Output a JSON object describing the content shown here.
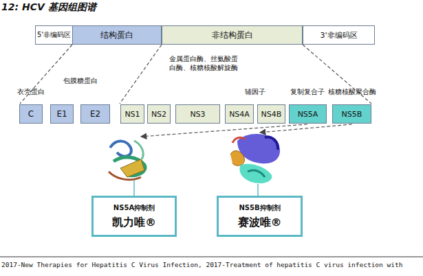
{
  "diagram": {
    "title": "12: HCV 基因组图谱",
    "caption": "2017-New Therapies for Hepatitis C Virus Infection, 2017-Treatment of hepatitis C virus infection with",
    "nodes": [
      {
        "text": [
          "5'非编码区"
        ]
      },
      {
        "text": [
          "结构蛋白"
        ]
      },
      {
        "text": [
          "非结构蛋白"
        ]
      },
      {
        "text": [
          "3'非编码区"
        ]
      },
      {
        "text": [
          "C"
        ]
      },
      {
        "text": [
          "E1"
        ]
      },
      {
        "text": [
          "E2"
        ]
      },
      {
        "text": [
          "NS1"
        ]
      },
      {
        "text": [
          "NS2"
        ]
      },
      {
        "text": [
          "NS3"
        ]
      },
      {
        "text": [
          "NS4A"
        ]
      },
      {
        "text": [
          "NS4B"
        ]
      },
      {
        "text": [
          "NS5A"
        ]
      },
      {
        "text": [
          "NS5B"
        ]
      },
      {
        "text": [
          "NS5A抑制剂",
          "凯力唯®"
        ]
      },
      {
        "text": [
          "NS5B抑制剂",
          "赛波唯®"
        ]
      }
    ],
    "labels": [
      "衣壳蛋白",
      "包膜糖蛋白",
      "金属蛋白酶、丝氨酸蛋白酶、核糖核酸解旋酶",
      "辅因子",
      "复制复合子",
      "核糖核酸聚合酶"
    ]
  }
}
